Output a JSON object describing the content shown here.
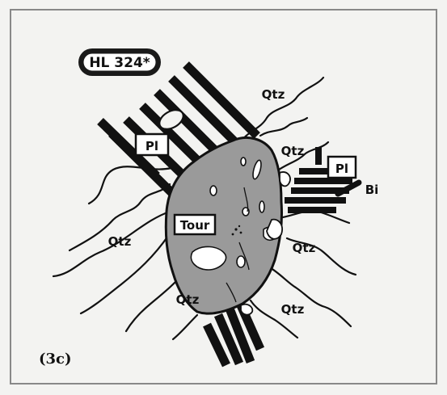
{
  "sample_id": "HL 324*",
  "caption": "(3c)",
  "labels": {
    "quartz": "Qtz",
    "plagioclase": "Pl",
    "tourmaline": "Tour",
    "biotite": "Bi"
  },
  "colors": {
    "background": "#f3f3f1",
    "frame": "#888888",
    "tourmaline_fill": "#9a9a9a",
    "ink": "#111111"
  }
}
